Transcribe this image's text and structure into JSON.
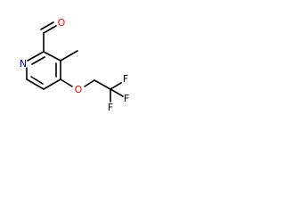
{
  "molecule": {
    "atoms": {
      "oxygen_aldehyde": "O",
      "nitrogen_ring": "N",
      "oxygen_ether": "O",
      "fluorine_1": "F",
      "fluorine_2": "F",
      "fluorine_3": "F"
    },
    "colors": {
      "bond": "#000000",
      "oxygen": "#ff0000",
      "nitrogen": "#0000ff",
      "fluorine": "#000000"
    }
  }
}
